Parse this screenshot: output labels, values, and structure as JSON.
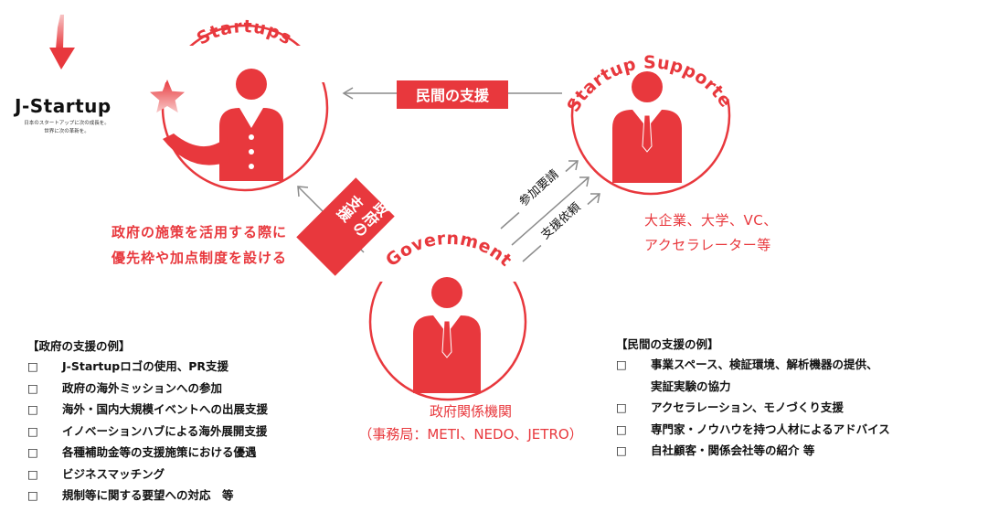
{
  "logo": {
    "title": "J-Startup",
    "tagline_1": "日本のスタートアップに次の成長を。",
    "tagline_2": "世界に次の革新を。"
  },
  "nodes": {
    "startups": {
      "label": "Startups",
      "note_1": "政府の施策を活用する際に",
      "note_2": "優先枠や加点制度を設ける"
    },
    "supporters": {
      "label": "J-Startup Supporters",
      "note_1": "大企業、大学、VC、",
      "note_2": "アクセラレーター等"
    },
    "government": {
      "label": "Government",
      "note_1": "政府関係機関",
      "note_2": "（事務局：METI、NEDO、JETRO）"
    }
  },
  "edges": {
    "private_support": "民間の支援",
    "gov_support_1": "政府の",
    "gov_support_2": "支援",
    "request_participation": "参加要請",
    "request_support": "支援依頼"
  },
  "gov_support_examples": {
    "title": "【政府の支援の例】",
    "bullet": "□",
    "items": [
      "J-Startupロゴの使用、PR支援",
      "政府の海外ミッションへの参加",
      "海外・国内大規模イベントへの出展支援",
      "イノベーションハブによる海外展開支援",
      "各種補助金等の支援施策における優遇",
      "ビジネスマッチング",
      "規制等に関する要望への対応　等"
    ]
  },
  "private_support_examples": {
    "title": "【民間の支援の例】",
    "bullet": "□",
    "items": [
      "事業スペース、検証環境、解析機器の提供、",
      "アクセラレーション、モノづくり支援",
      "専門家・ノウハウを持つ人材によるアドバイス",
      "自社顧客・関係会社等の紹介 等"
    ],
    "item_1_cont": "実証実験の協力"
  },
  "colors": {
    "accent": "#e8383d",
    "arrow": "#8c8c8c",
    "text": "#111111"
  }
}
